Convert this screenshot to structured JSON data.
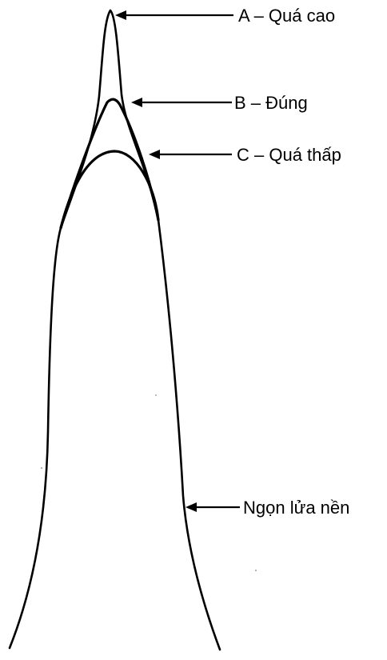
{
  "diagram": {
    "labels": {
      "a": "A – Quá cao",
      "b": "B – Đúng",
      "c": "C – Quá thấp",
      "base": "Ngọn lửa nền"
    }
  }
}
